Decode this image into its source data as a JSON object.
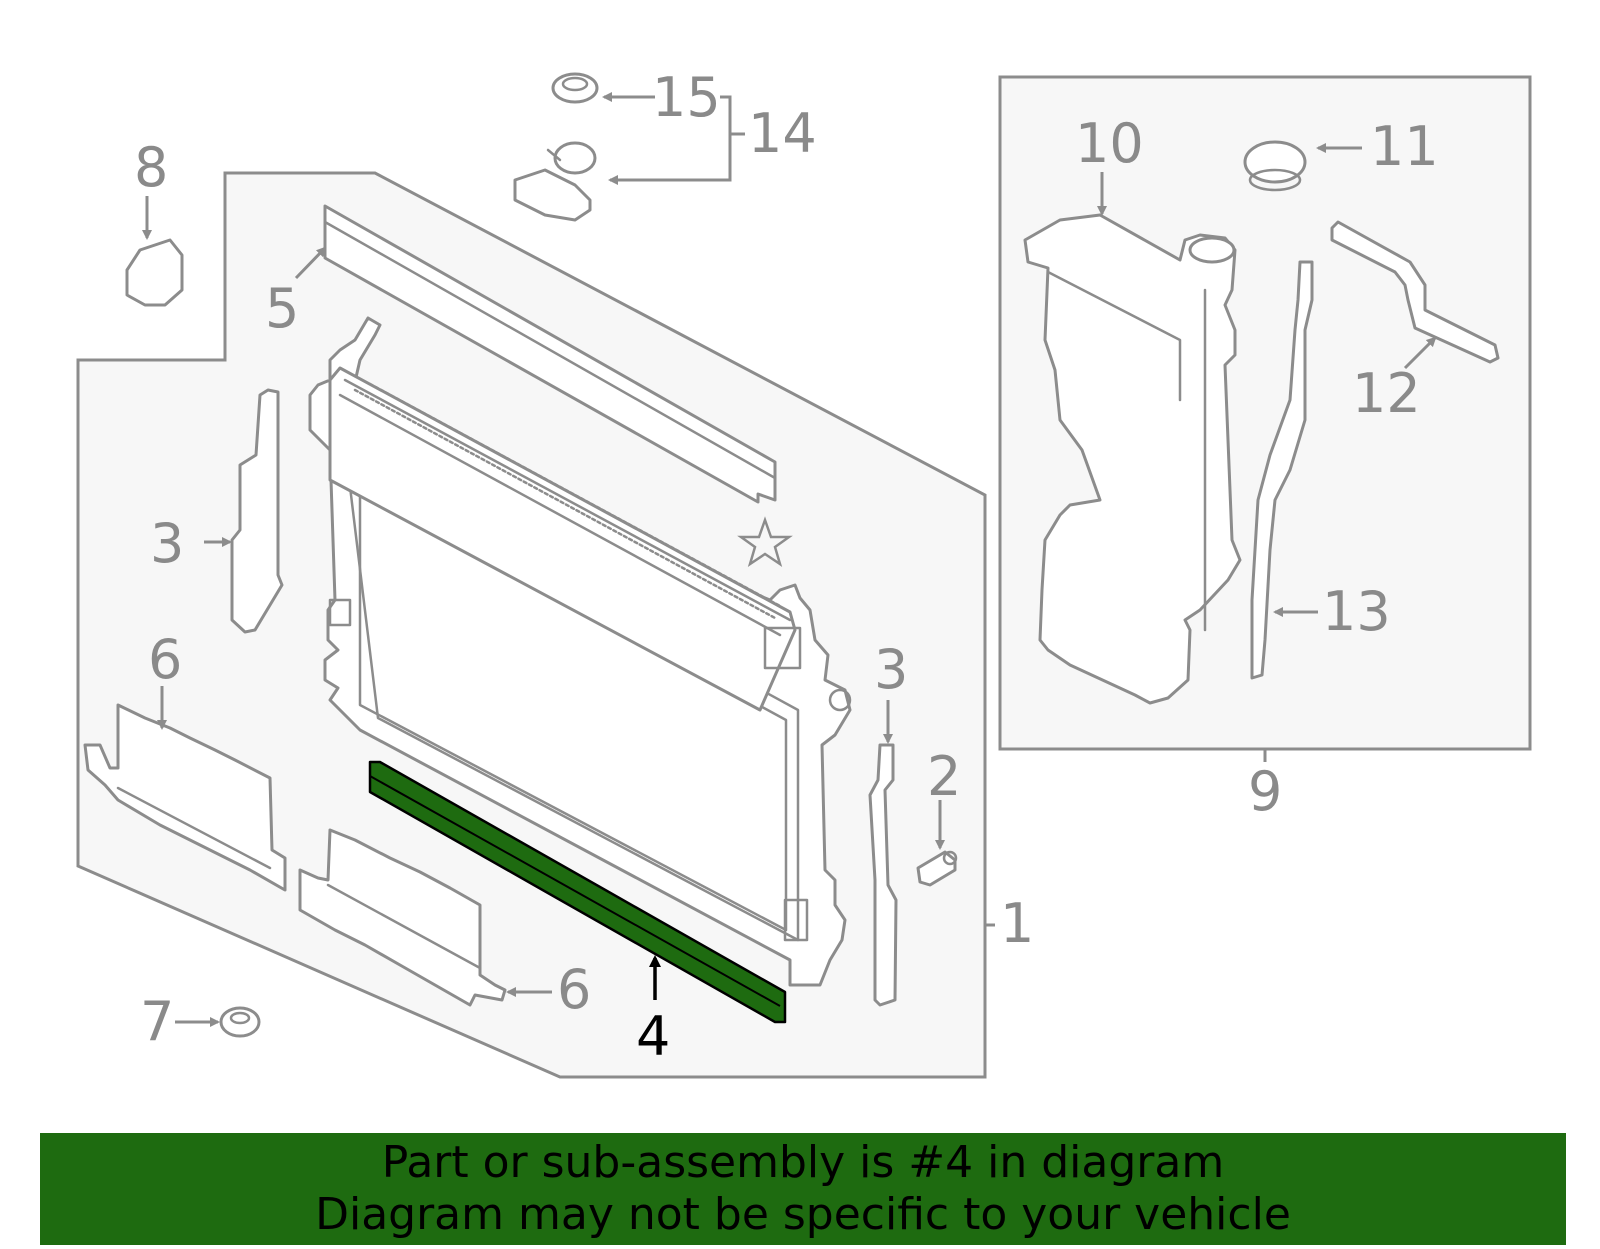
{
  "callouts": {
    "c1": "1",
    "c2": "2",
    "c3a": "3",
    "c3b": "3",
    "c4": "4",
    "c5": "5",
    "c6a": "6",
    "c6b": "6",
    "c7": "7",
    "c8": "8",
    "c9": "9",
    "c10": "10",
    "c11": "11",
    "c12": "12",
    "c13": "13",
    "c14": "14",
    "c15": "15"
  },
  "highlighted_part": "4",
  "banner": {
    "line1": "Part or sub-assembly is #4 in diagram",
    "line2": "Diagram may not be specific to your vehicle"
  },
  "colors": {
    "highlight": "#1e6b10",
    "banner_bg": "#1e6b10",
    "group_bg": "#f7f7f7",
    "line": "#8c8c8c",
    "label": "#8a8a8a"
  }
}
